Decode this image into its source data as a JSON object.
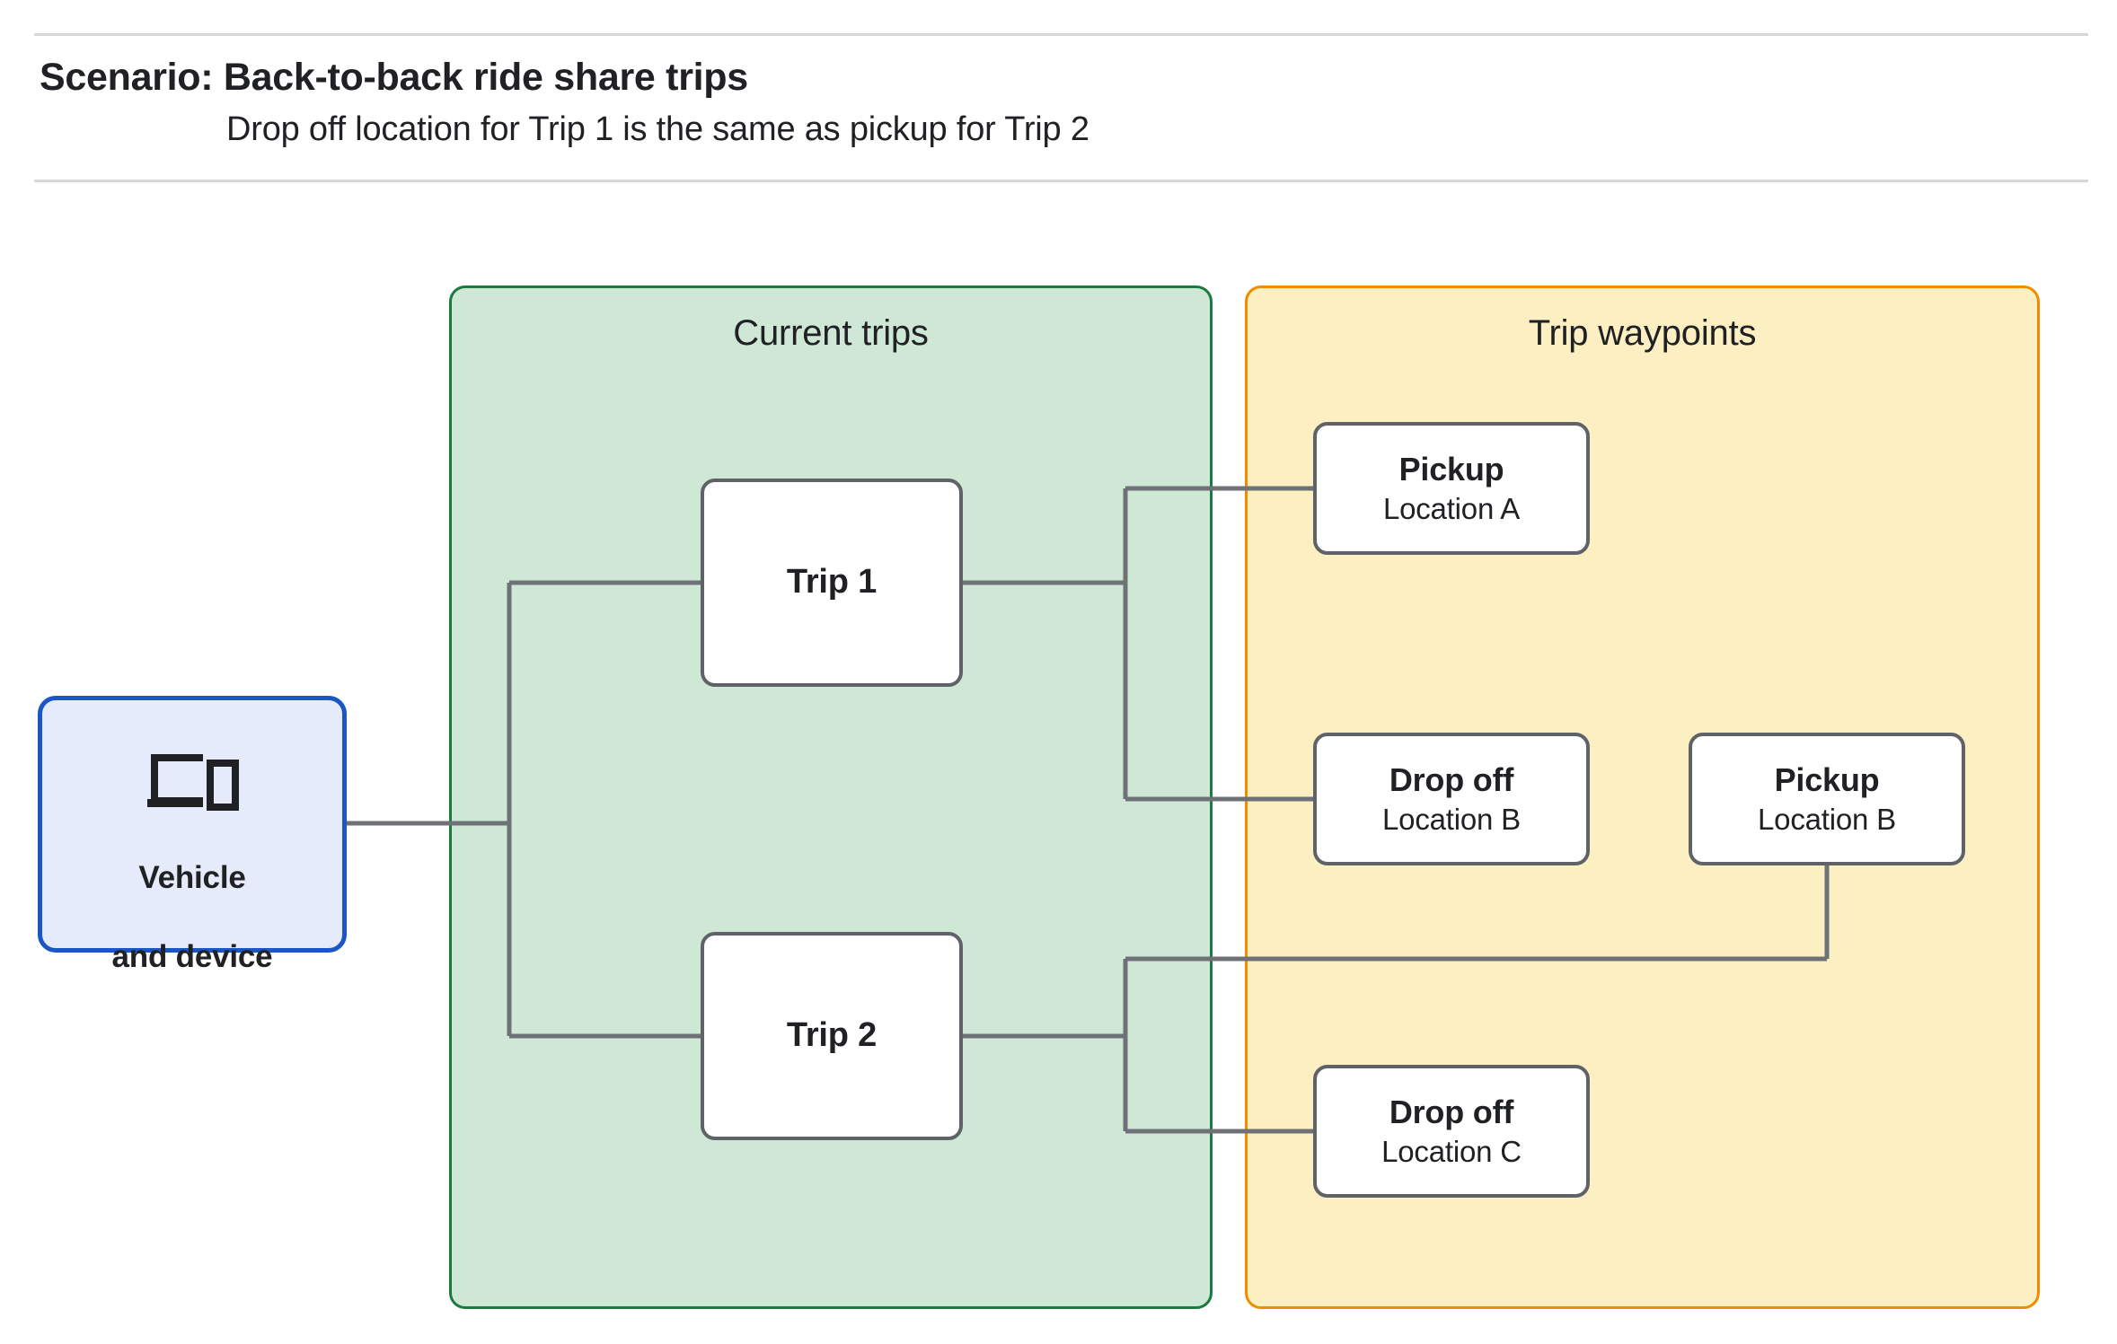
{
  "header": {
    "title": "Scenario: Back-to-back ride share trips",
    "subtitle": "Drop off  location for Trip 1 is the same as pickup for Trip 2"
  },
  "groups": {
    "current_trips": {
      "title": "Current trips",
      "fill": "#cee8d5",
      "border": "#1b7a3d"
    },
    "trip_waypoints": {
      "title": "Trip waypoints",
      "fill": "#fcefc2",
      "border": "#f08c00"
    }
  },
  "nodes": {
    "vehicle": {
      "line1": "Vehicle",
      "line2": "and device",
      "icon": "devices-icon",
      "fill": "#e5ebfb",
      "border": "#1a56c4"
    },
    "trip_1": {
      "title": "Trip 1"
    },
    "trip_2": {
      "title": "Trip 2"
    },
    "pickup_a": {
      "title": "Pickup",
      "sub": "Location A"
    },
    "dropoff_b": {
      "title": "Drop off",
      "sub": "Location B"
    },
    "pickup_b": {
      "title": "Pickup",
      "sub": "Location B"
    },
    "dropoff_c": {
      "title": "Drop off",
      "sub": "Location C"
    }
  },
  "connector_color": "#6e7276"
}
